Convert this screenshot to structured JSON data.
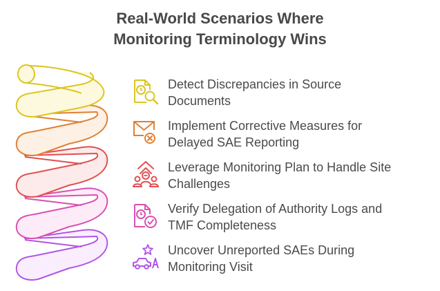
{
  "title": {
    "line1": "Real-World Scenarios Where",
    "line2": "Monitoring Terminology Wins"
  },
  "colors": {
    "yellow": "#dcc51d",
    "orange": "#e07f31",
    "red": "#e04f50",
    "pink": "#d94fb2",
    "purple": "#b155e6"
  },
  "items": [
    {
      "label": "Detect Discrepancies in Source Documents",
      "line1": "Detect Discrepancies in Source",
      "line2": "Documents",
      "icon": "document-clock-search-icon",
      "color": "#dcc51d"
    },
    {
      "label": "Implement Corrective Measures for Delayed SAE Reporting",
      "line1": "Implement Corrective Measures for",
      "line2": "Delayed SAE Reporting",
      "icon": "mail-x-icon",
      "color": "#e07f31"
    },
    {
      "label": "Leverage Monitoring Plan to Handle Site Challenges",
      "line1": "Leverage Monitoring Plan to Handle Site",
      "line2": "Challenges",
      "icon": "team-growth-arrow-icon",
      "color": "#e04f50"
    },
    {
      "label": "Verify Delegation of Authority Logs and TMF Completeness",
      "line1": "Verify Delegation of Authority Logs and",
      "line2": "TMF Completeness",
      "icon": "document-clock-check-icon",
      "color": "#d94fb2"
    },
    {
      "label": "Uncover Unreported SAEs During Monitoring Visit",
      "line1": "Uncover Unreported SAEs During",
      "line2": "Monitoring Visit",
      "icon": "car-star-a-icon",
      "color": "#b155e6"
    }
  ]
}
